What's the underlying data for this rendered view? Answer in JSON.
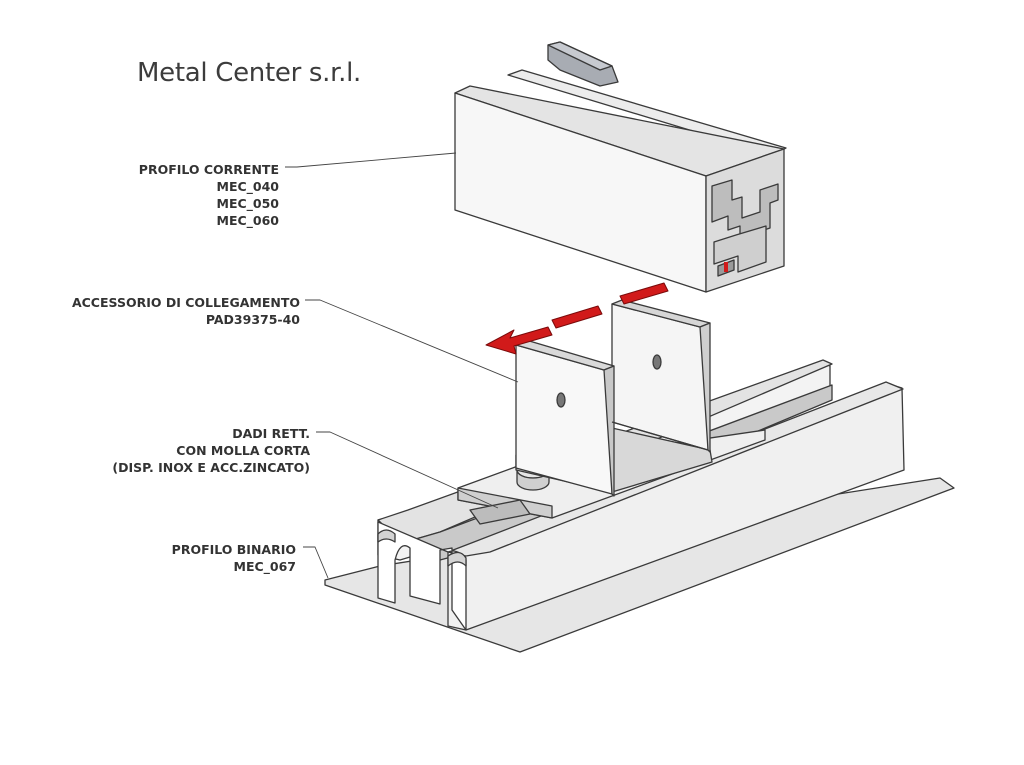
{
  "company_title": "Metal Center s.r.l.",
  "labels": {
    "profilo_corrente": [
      "PROFILO CORRENTE",
      "MEC_040",
      "MEC_050",
      "MEC_060"
    ],
    "accessorio": [
      "ACCESSORIO DI COLLEGAMENTO",
      "PAD39375-40"
    ],
    "dadi": [
      "DADI RETT.",
      "CON MOLLA CORTA",
      "(DISP. INOX E ACC.ZINCATO)"
    ],
    "profilo_binario": [
      "PROFILO BINARIO",
      "MEC_067"
    ]
  },
  "colors": {
    "metal_light": "#f2f2f2",
    "metal_mid": "#d9d9d9",
    "metal_dark": "#bdbdbd",
    "outline": "#3a3a3a",
    "arrow_red": "#d11a1a"
  }
}
